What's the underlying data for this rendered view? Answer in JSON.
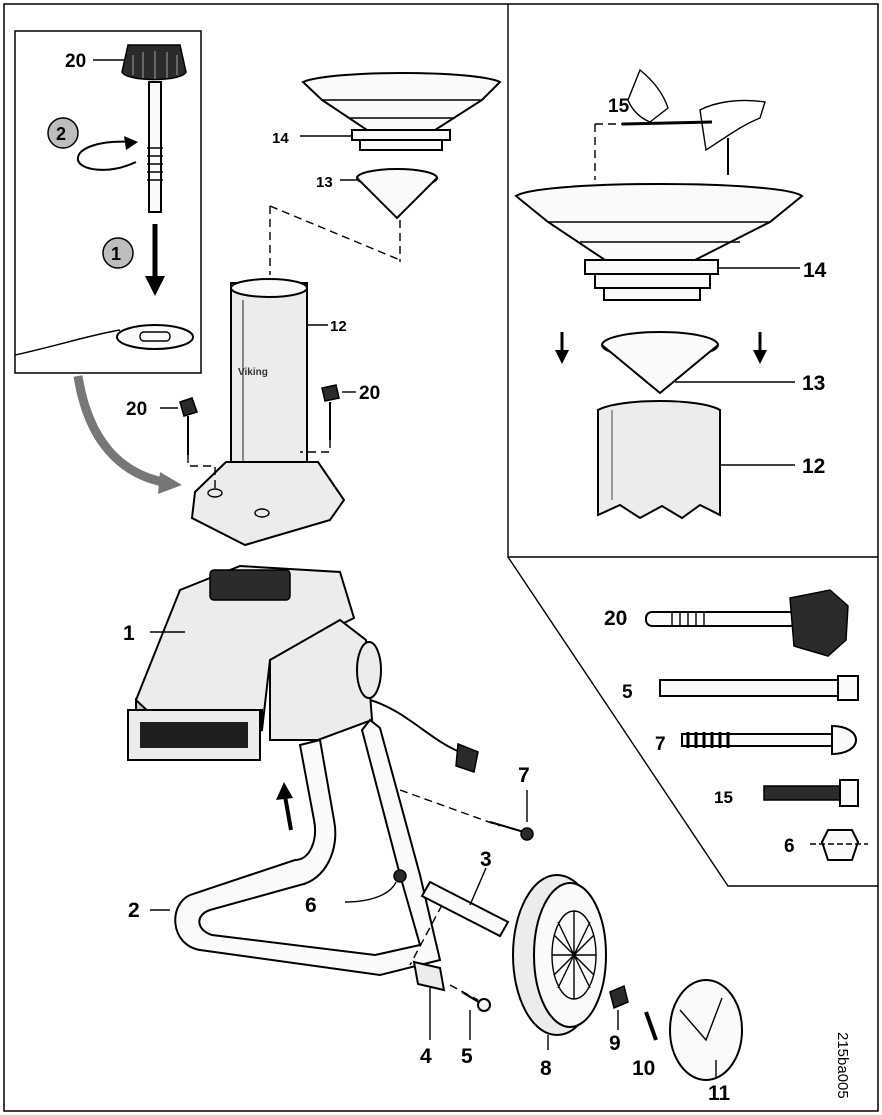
{
  "diagram": {
    "code": "215ba005",
    "step_labels": [
      "1",
      "2"
    ],
    "callouts": {
      "knob_inset": "20",
      "funnel_top": "14",
      "cone_top": "13",
      "tube_top": "12",
      "knob_left": "20",
      "knob_right": "20",
      "funnel_detail": "14",
      "cone_detail": "13",
      "tube_detail": "12",
      "screw_detail": "15",
      "housing": "1",
      "frame": "2",
      "axle": "3",
      "bracket": "4",
      "bolt_bottom": "5",
      "nut_frame": "6",
      "screw_frame": "7",
      "wheel": "8",
      "bushing": "9",
      "pin": "10",
      "hubcap": "11",
      "hw_knob": "20",
      "hw_bolt": "5",
      "hw_screw7": "7",
      "hw_screw15": "15",
      "hw_nut": "6"
    }
  }
}
